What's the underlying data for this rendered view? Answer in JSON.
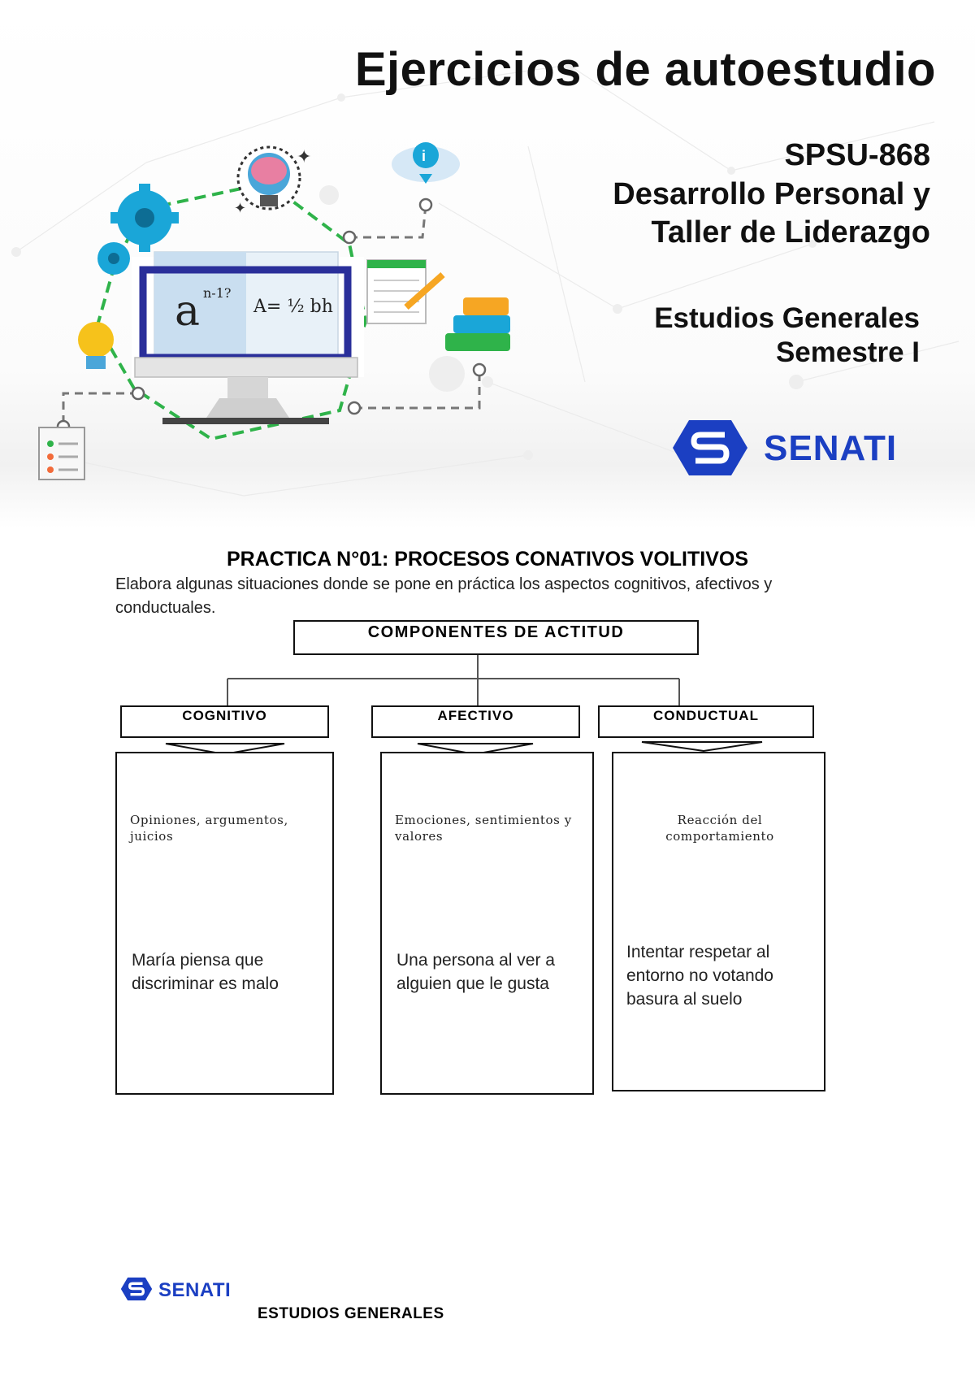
{
  "banner": {
    "title": "Ejercicios de autoestudio",
    "course_code": "SPSU-868",
    "course_name_line1": "Desarrollo Personal y",
    "course_name_line2": "Taller de Liderazgo",
    "program": "Estudios Generales",
    "semester": "Semestre I",
    "brand": "SENATI"
  },
  "practice": {
    "title": "PRACTICA N°01: PROCESOS CONATIVOS VOLITIVOS",
    "instructions": "Elabora algunas situaciones donde se pone en práctica los aspectos cognitivos, afectivos y conductuales."
  },
  "diagram": {
    "title": "COMPONENTES DE ACTITUD",
    "columns": [
      {
        "label": "COGNITIVO",
        "description": "Opiniones, argumentos, juicios",
        "example": "María piensa que discriminar es malo"
      },
      {
        "label": "AFECTIVO",
        "description": "Emociones, sentimientos y valores",
        "example": "Una persona al ver a alguien que le gusta"
      },
      {
        "label": "CONDUCTUAL",
        "description": "Reacción del comportamiento",
        "example": "Intentar respetar al entorno no votando basura al suelo"
      }
    ]
  },
  "footer": {
    "brand": "SENATI",
    "text": "ESTUDIOS GENERALES"
  },
  "colors": {
    "brand_blue": "#1b3fc2",
    "accent_green": "#2fb34a",
    "gear_blue": "#1aa6d8"
  }
}
